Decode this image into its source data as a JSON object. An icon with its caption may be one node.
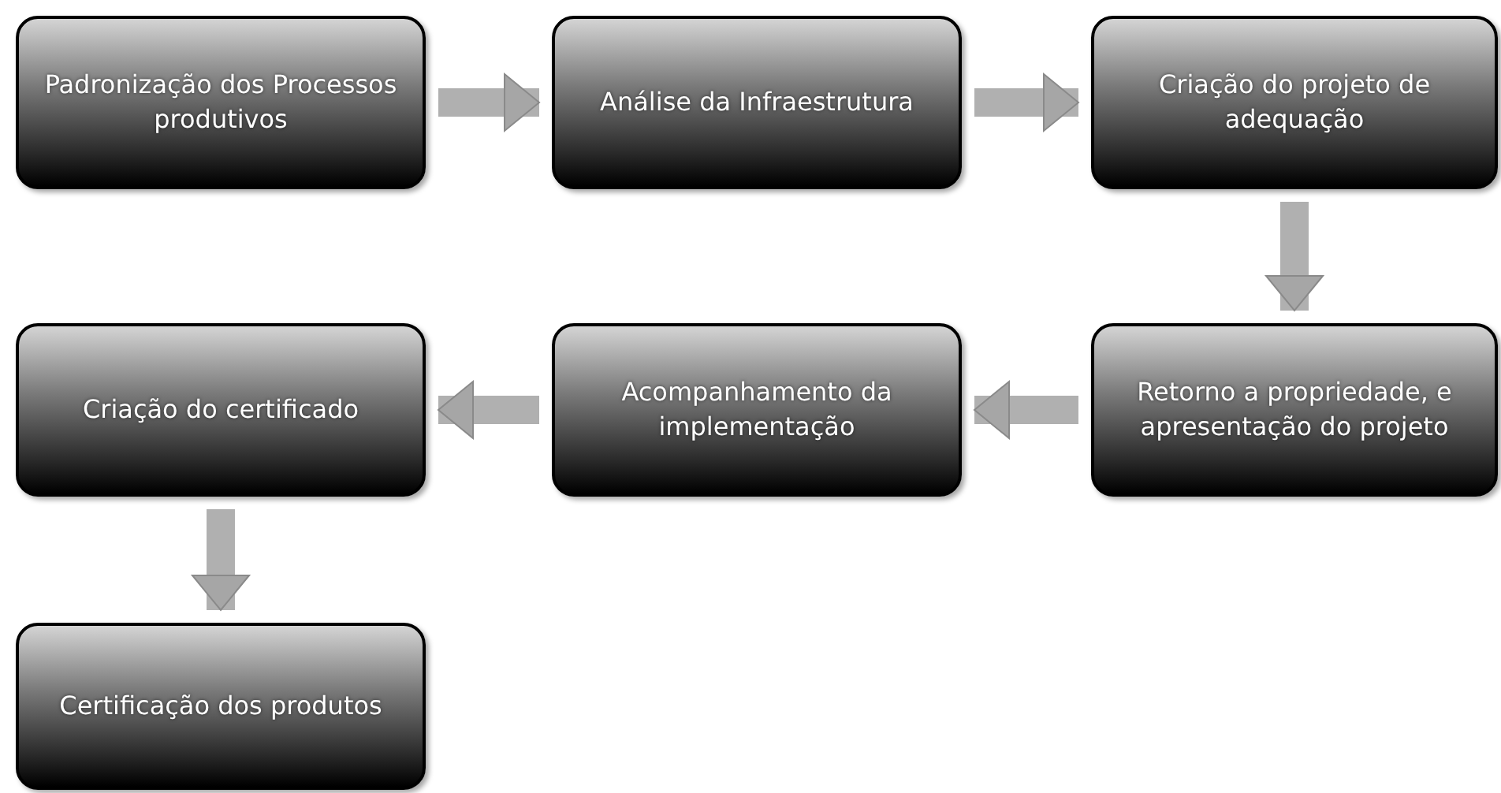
{
  "diagram": {
    "nodes": [
      {
        "text": [
          "Padronização dos Processos produtivos"
        ]
      },
      {
        "text": [
          "Análise da Infraestrutura"
        ]
      },
      {
        "text": [
          "Criação do projeto de adequação"
        ]
      },
      {
        "text": [
          "Retorno a propriedade, e apresentação do projeto"
        ]
      },
      {
        "text": [
          "Acompanhamento da implementação"
        ]
      },
      {
        "text": [
          "Criação do certificado"
        ]
      },
      {
        "text": [
          "Certificação dos produtos"
        ]
      }
    ],
    "edges": [
      {
        "from": 0,
        "to": 1,
        "arrow": "to"
      },
      {
        "from": 1,
        "to": 2,
        "arrow": "to"
      },
      {
        "from": 2,
        "to": 3,
        "arrow": "to"
      },
      {
        "from": 3,
        "to": 4,
        "arrow": "to"
      },
      {
        "from": 4,
        "to": 5,
        "arrow": "to"
      },
      {
        "from": 5,
        "to": 6,
        "arrow": "to"
      }
    ]
  }
}
